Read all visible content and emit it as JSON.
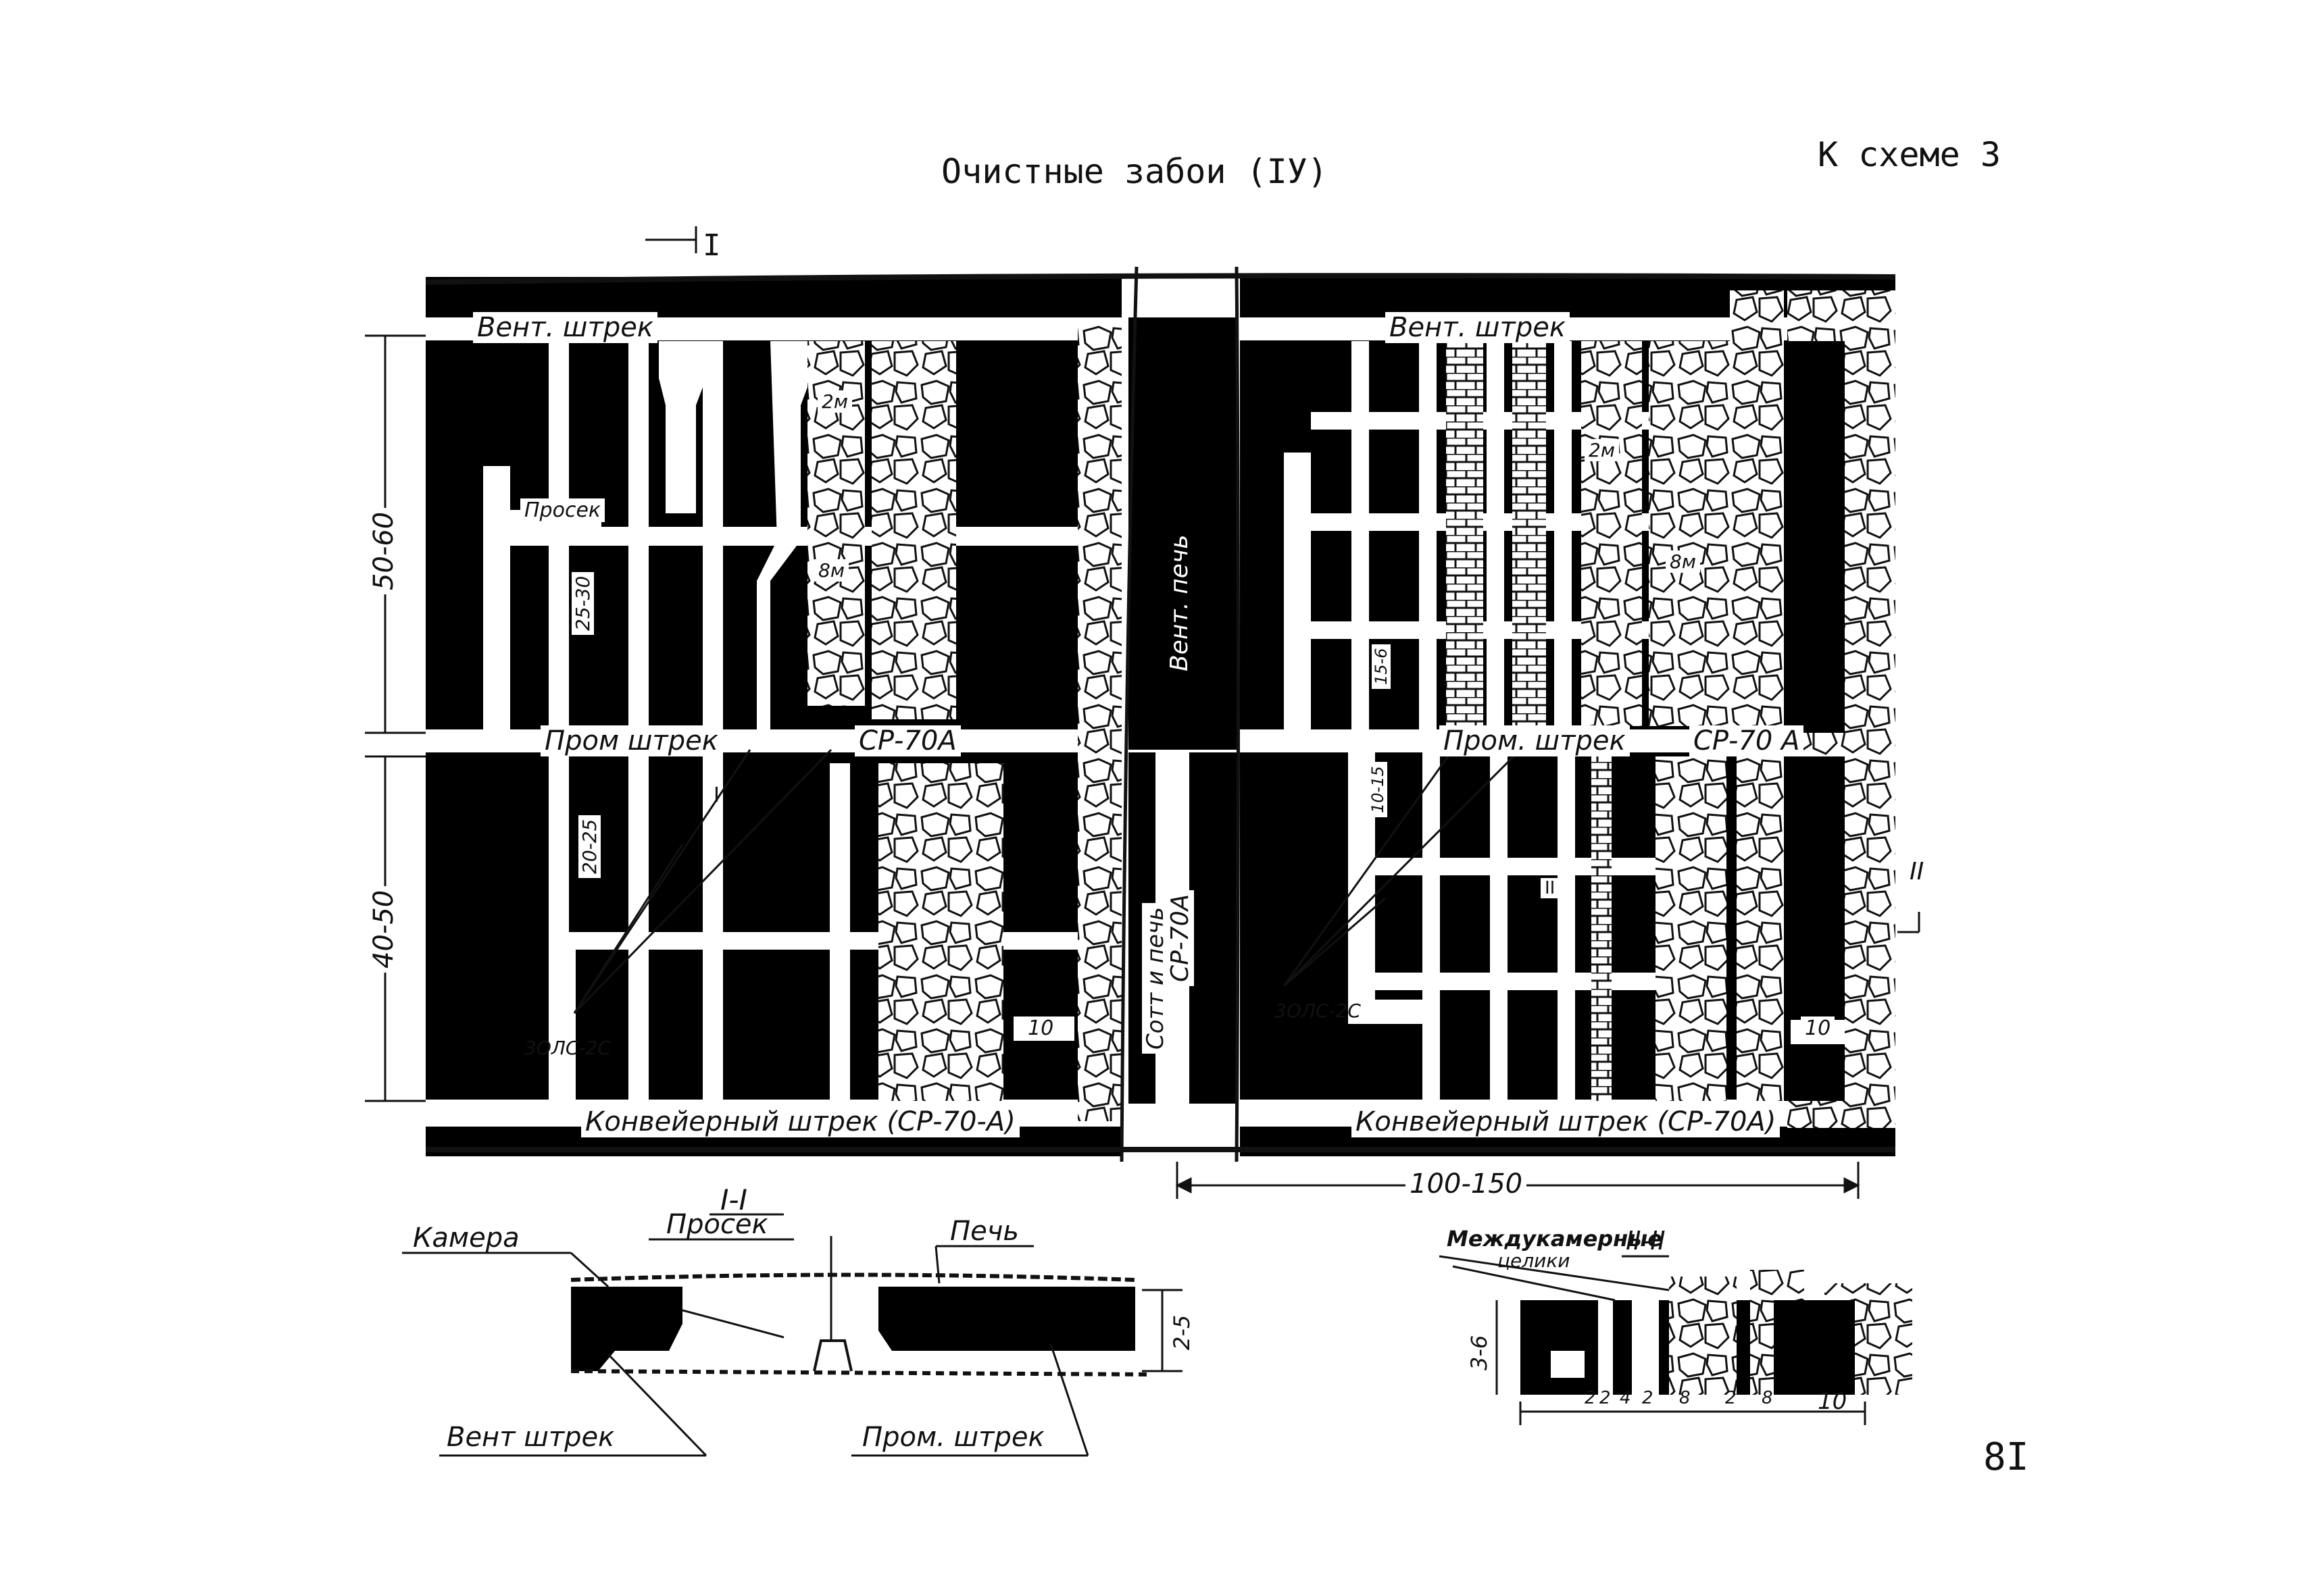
{
  "header": {
    "title": "Очистные забои (IУ)",
    "scheme_ref": "К схеме 3",
    "section_marker_top": "I"
  },
  "plan": {
    "left": {
      "vent_drift": "Вент. штрек",
      "crosscut": "Просек",
      "main_drift": "Пром штрек",
      "conveyor_drift": "Конвейерный штрек (СР-70-А)",
      "conveyor_type": "СР-70А",
      "machine": "3ОЛС-2С",
      "width_2m": "2м",
      "width_8m": "8м",
      "dim_25_30": "25-30",
      "dim_20_25": "20-25",
      "dim_10": "10",
      "section_mark": "I"
    },
    "middle": {
      "vent_chute": "Вент. печь",
      "coal_chute": "Сотт и печь",
      "conveyor": "СР-70А"
    },
    "right": {
      "vent_drift": "Вент. штрек",
      "main_drift": "Пром. штрек",
      "conveyor_drift": "Конвейерный штрек (СР-70А)",
      "conveyor_type": "СР-70 А",
      "machine": "3ОЛС-2С",
      "width_2m": "2м",
      "width_8m": "8м",
      "dim_15_6": "15-6",
      "dim_10_15": "10-15",
      "dim_10": "10",
      "section_mark": "II",
      "pillar_mark": "II"
    },
    "dims": {
      "upper_height": "50-60",
      "lower_height": "40-50",
      "width_right": "100-150"
    }
  },
  "section_1": {
    "title": "I-I",
    "chamber": "Камера",
    "crosscut": "Просек",
    "chute": "Печь",
    "vent_drift": "Вент штрек",
    "main_drift": "Пром. штрек",
    "height": "2-5"
  },
  "section_2": {
    "title": "II-II",
    "pillars_line1": "Междукамерные",
    "pillars_line2": "целики",
    "height": "3-6",
    "widths": [
      "2",
      "2",
      "4",
      "2",
      "8",
      "2",
      "8",
      "10"
    ]
  },
  "page_number": "8I"
}
